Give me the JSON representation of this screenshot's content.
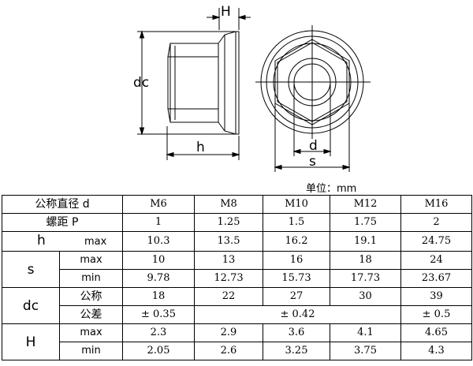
{
  "drawing": {
    "labels": {
      "H": "H",
      "dc": "dc",
      "h": "h",
      "d": "d",
      "s": "s"
    }
  },
  "unit": "单位：mm",
  "table": {
    "header": {
      "label": "公称直径  d",
      "sizes": [
        "M6",
        "M8",
        "M10",
        "M12",
        "M16"
      ]
    },
    "pitch": {
      "label": "螺距  P",
      "values": [
        "1",
        "1.25",
        "1.5",
        "1.75",
        "2"
      ]
    },
    "h": {
      "symbol": "h",
      "sub": "max",
      "values": [
        "10.3",
        "13.5",
        "16.2",
        "19.1",
        "24.75"
      ]
    },
    "s": {
      "symbol": "s",
      "max": {
        "label": "max",
        "values": [
          "10",
          "13",
          "16",
          "18",
          "24"
        ]
      },
      "min": {
        "label": "min",
        "values": [
          "9.78",
          "12.73",
          "15.73",
          "17.73",
          "23.67"
        ]
      }
    },
    "dc": {
      "symbol": "dc",
      "nominal": {
        "label": "公称",
        "values": [
          "18",
          "22",
          "27",
          "30",
          "39"
        ]
      },
      "tolerance": {
        "label": "公差",
        "values": [
          "± 0.35",
          "± 0.42",
          "± 0.5"
        ]
      }
    },
    "H": {
      "symbol": "H",
      "max": {
        "label": "max",
        "values": [
          "2.3",
          "2.9",
          "3.6",
          "4.1",
          "4.65"
        ]
      },
      "min": {
        "label": "min",
        "values": [
          "2.05",
          "2.6",
          "3.25",
          "3.75",
          "4.3"
        ]
      }
    }
  }
}
